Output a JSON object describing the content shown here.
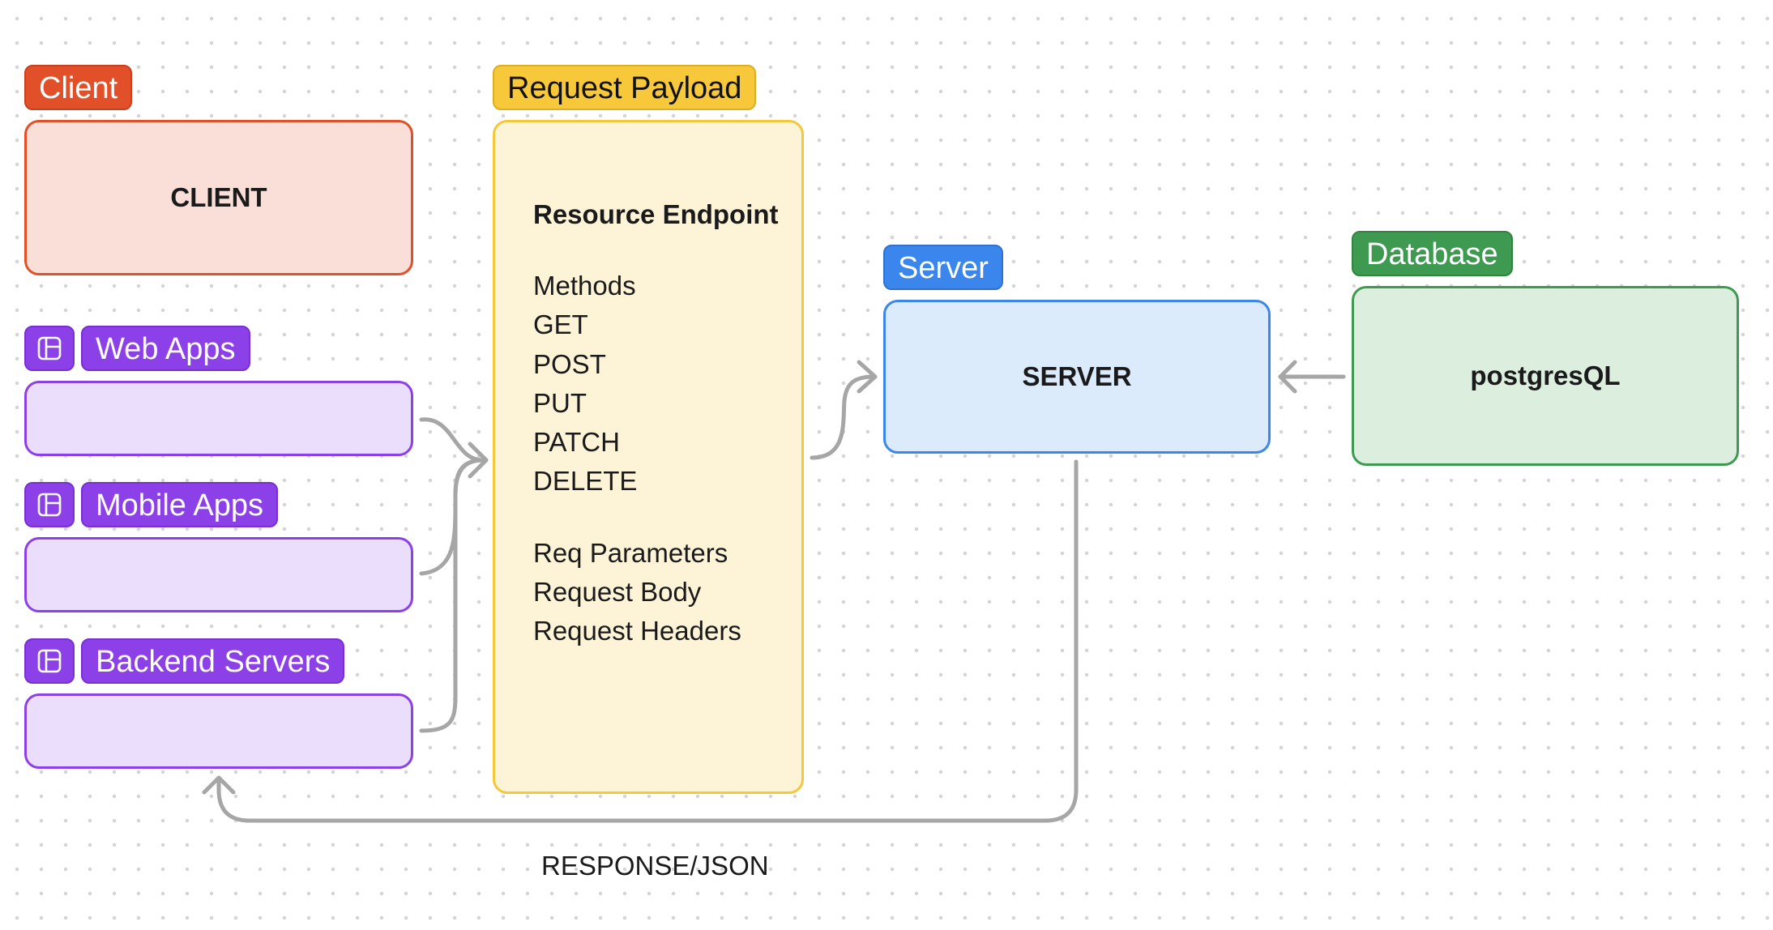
{
  "client": {
    "tag": "Client",
    "box_label": "CLIENT",
    "colors": {
      "tag": "#e2502a",
      "fill": "#f9dfd8"
    }
  },
  "client_types": [
    {
      "label": "Web Apps",
      "icon": "layout-icon"
    },
    {
      "label": "Mobile Apps",
      "icon": "layout-icon"
    },
    {
      "label": "Backend Servers",
      "icon": "layout-icon"
    }
  ],
  "payload": {
    "tag": "Request Payload",
    "endpoint": "Resource Endpoint",
    "methods_heading": "Methods",
    "methods": [
      "GET",
      "POST",
      "PUT",
      "PATCH",
      "DELETE"
    ],
    "extras": [
      "Req Parameters",
      "Request Body",
      "Request Headers"
    ],
    "colors": {
      "tag": "#f7c83a",
      "fill": "#fdf4d8"
    }
  },
  "server": {
    "tag": "Server",
    "box_label": "SERVER",
    "colors": {
      "tag": "#3b86ec",
      "fill": "#dbebfc"
    }
  },
  "database": {
    "tag": "Database",
    "box_label": "postgresQL",
    "colors": {
      "tag": "#3f9a51",
      "fill": "#dcefdf"
    }
  },
  "response": {
    "label": "RESPONSE/JSON"
  },
  "connector_color": "#a6a6a6",
  "accent_purple": "#8c40e8"
}
